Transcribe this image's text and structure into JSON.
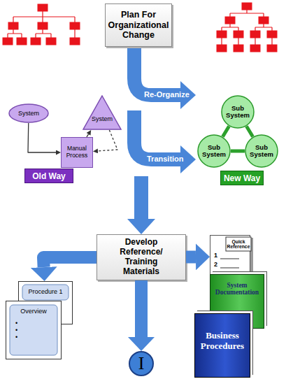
{
  "diagram": {
    "nodes": [
      {
        "text": [
          "Plan For Organizational Change"
        ]
      },
      {
        "text": [
          "System"
        ]
      },
      {
        "text": [
          "System"
        ]
      },
      {
        "text": [
          "Manual Process"
        ]
      },
      {
        "text": [
          "Old Way"
        ]
      },
      {
        "text": [
          "Sub System"
        ]
      },
      {
        "text": [
          "Sub System"
        ]
      },
      {
        "text": [
          "Sub System"
        ]
      },
      {
        "text": [
          "New Way"
        ]
      },
      {
        "text": [
          "Develop Reference/ Training Materials"
        ]
      },
      {
        "text": [
          "Quick Reference",
          "1",
          "2"
        ]
      },
      {
        "text": [
          "System Documentation"
        ]
      },
      {
        "text": [
          "Business Procedures"
        ]
      },
      {
        "text": [
          "Procedure 1"
        ]
      },
      {
        "text": [
          "Overview",
          "•",
          "•",
          "•"
        ]
      },
      {
        "text": [
          "I"
        ]
      }
    ],
    "edges": [
      {
        "from": 1,
        "to": 3,
        "arrow": "to"
      },
      {
        "from": 3,
        "to": 2,
        "arrow": "to"
      },
      {
        "from": 2,
        "to": 3,
        "arrow": "to"
      },
      {
        "from": 5,
        "to": 6,
        "arrow": "none"
      },
      {
        "from": 5,
        "to": 7,
        "arrow": "none"
      },
      {
        "from": 6,
        "to": 7,
        "arrow": "none"
      },
      {
        "from": 9,
        "to": 10,
        "arrow": "to"
      },
      {
        "from": 9,
        "to": 13,
        "arrow": "to"
      },
      {
        "from": 9,
        "to": 15,
        "arrow": "to"
      }
    ],
    "labels": [
      "Re-Organize",
      "Transition"
    ]
  }
}
